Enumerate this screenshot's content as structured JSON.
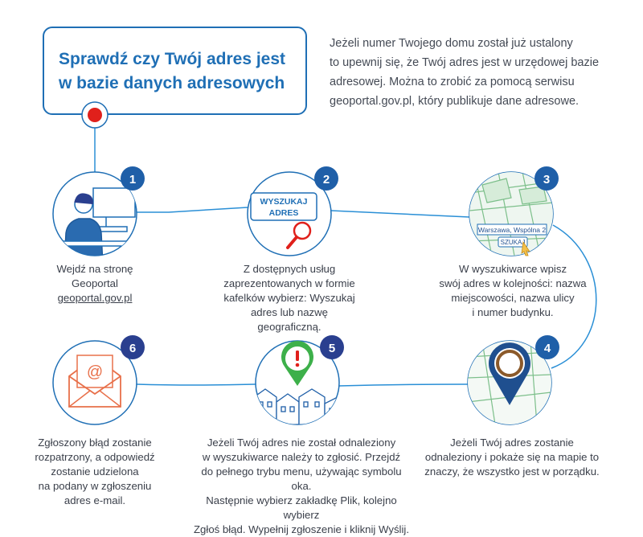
{
  "header": {
    "title_line1": "Sprawdź czy Twój adres jest",
    "title_line2": "w bazie danych adresowych"
  },
  "intro": {
    "line1": "Jeżeli numer Twojego domu został już ustalony",
    "line2": "to upewnij się, że Twój adres jest w urzędowej bazie",
    "line3": "adresowej. Można to zrobić za pomocą serwisu",
    "line4": "geoportal.gov.pl, który publikuje dane adresowe."
  },
  "steps": [
    {
      "number": "1",
      "lines": [
        "Wejdź na stronę",
        "Geoportal"
      ],
      "link": "geoportal.gov.pl"
    },
    {
      "number": "2",
      "lines": [
        "Z dostępnych usług",
        "zaprezentowanych w formie",
        "kafelków wybierz: Wyszukaj",
        "adres lub nazwę geograficzną."
      ],
      "tile_line1": "WYSZUKAJ",
      "tile_line2": "ADRES"
    },
    {
      "number": "3",
      "lines": [
        "W wyszukiwarce wpisz",
        "swój adres w kolejności: nazwa",
        "miejscowości, nazwa ulicy",
        "i numer budynku."
      ],
      "search_value": "Warszawa, Wspólna 2",
      "search_button": "SZUKAJ"
    },
    {
      "number": "4",
      "lines": [
        "Jeżeli Twój adres zostanie",
        "odnaleziony i pokaże się na mapie to",
        "znaczy, że wszystko jest w porządku."
      ]
    },
    {
      "number": "5",
      "lines": [
        "Jeżeli Twój adres nie został odnaleziony",
        "w wyszukiwarce należy to zgłosić. Przejdź",
        "do pełnego trybu menu, używając symbolu oka.",
        "Następnie wybierz zakładkę Plik, kolejno wybierz",
        "Zgłoś błąd. Wypełnij zgłoszenie i kliknij Wyślij."
      ]
    },
    {
      "number": "6",
      "lines": [
        "Zgłoszony błąd zostanie",
        "rozpatrzony, a odpowiedź",
        "zostanie udzielona",
        "na podany w zgłoszeniu",
        "adres e-mail."
      ],
      "at_symbol": "@"
    }
  ],
  "colors": {
    "accent": "#1f6fb5",
    "badge": "#1f5fa8",
    "badge_dark": "#2a3f8f",
    "line": "#2a8fd6",
    "red": "#e0201b",
    "orange": "#e8704a",
    "brown": "#8b5a2b"
  }
}
